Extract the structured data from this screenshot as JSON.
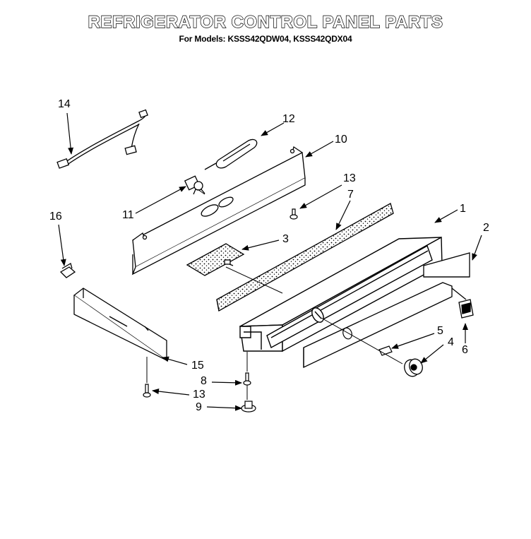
{
  "header": {
    "title": "REFRIGERATOR CONTROL PANEL PARTS",
    "subtitle": "For Models: KSSS42QDW04, KSSS42QDX04"
  },
  "callouts": {
    "c1": "1",
    "c2": "2",
    "c3": "3",
    "c4": "4",
    "c5": "5",
    "c6": "6",
    "c7": "7",
    "c8": "8",
    "c9": "9",
    "c10": "10",
    "c11": "11",
    "c12": "12",
    "c13a": "13",
    "c13b": "13",
    "c14": "14",
    "c15": "15",
    "c16": "16"
  }
}
